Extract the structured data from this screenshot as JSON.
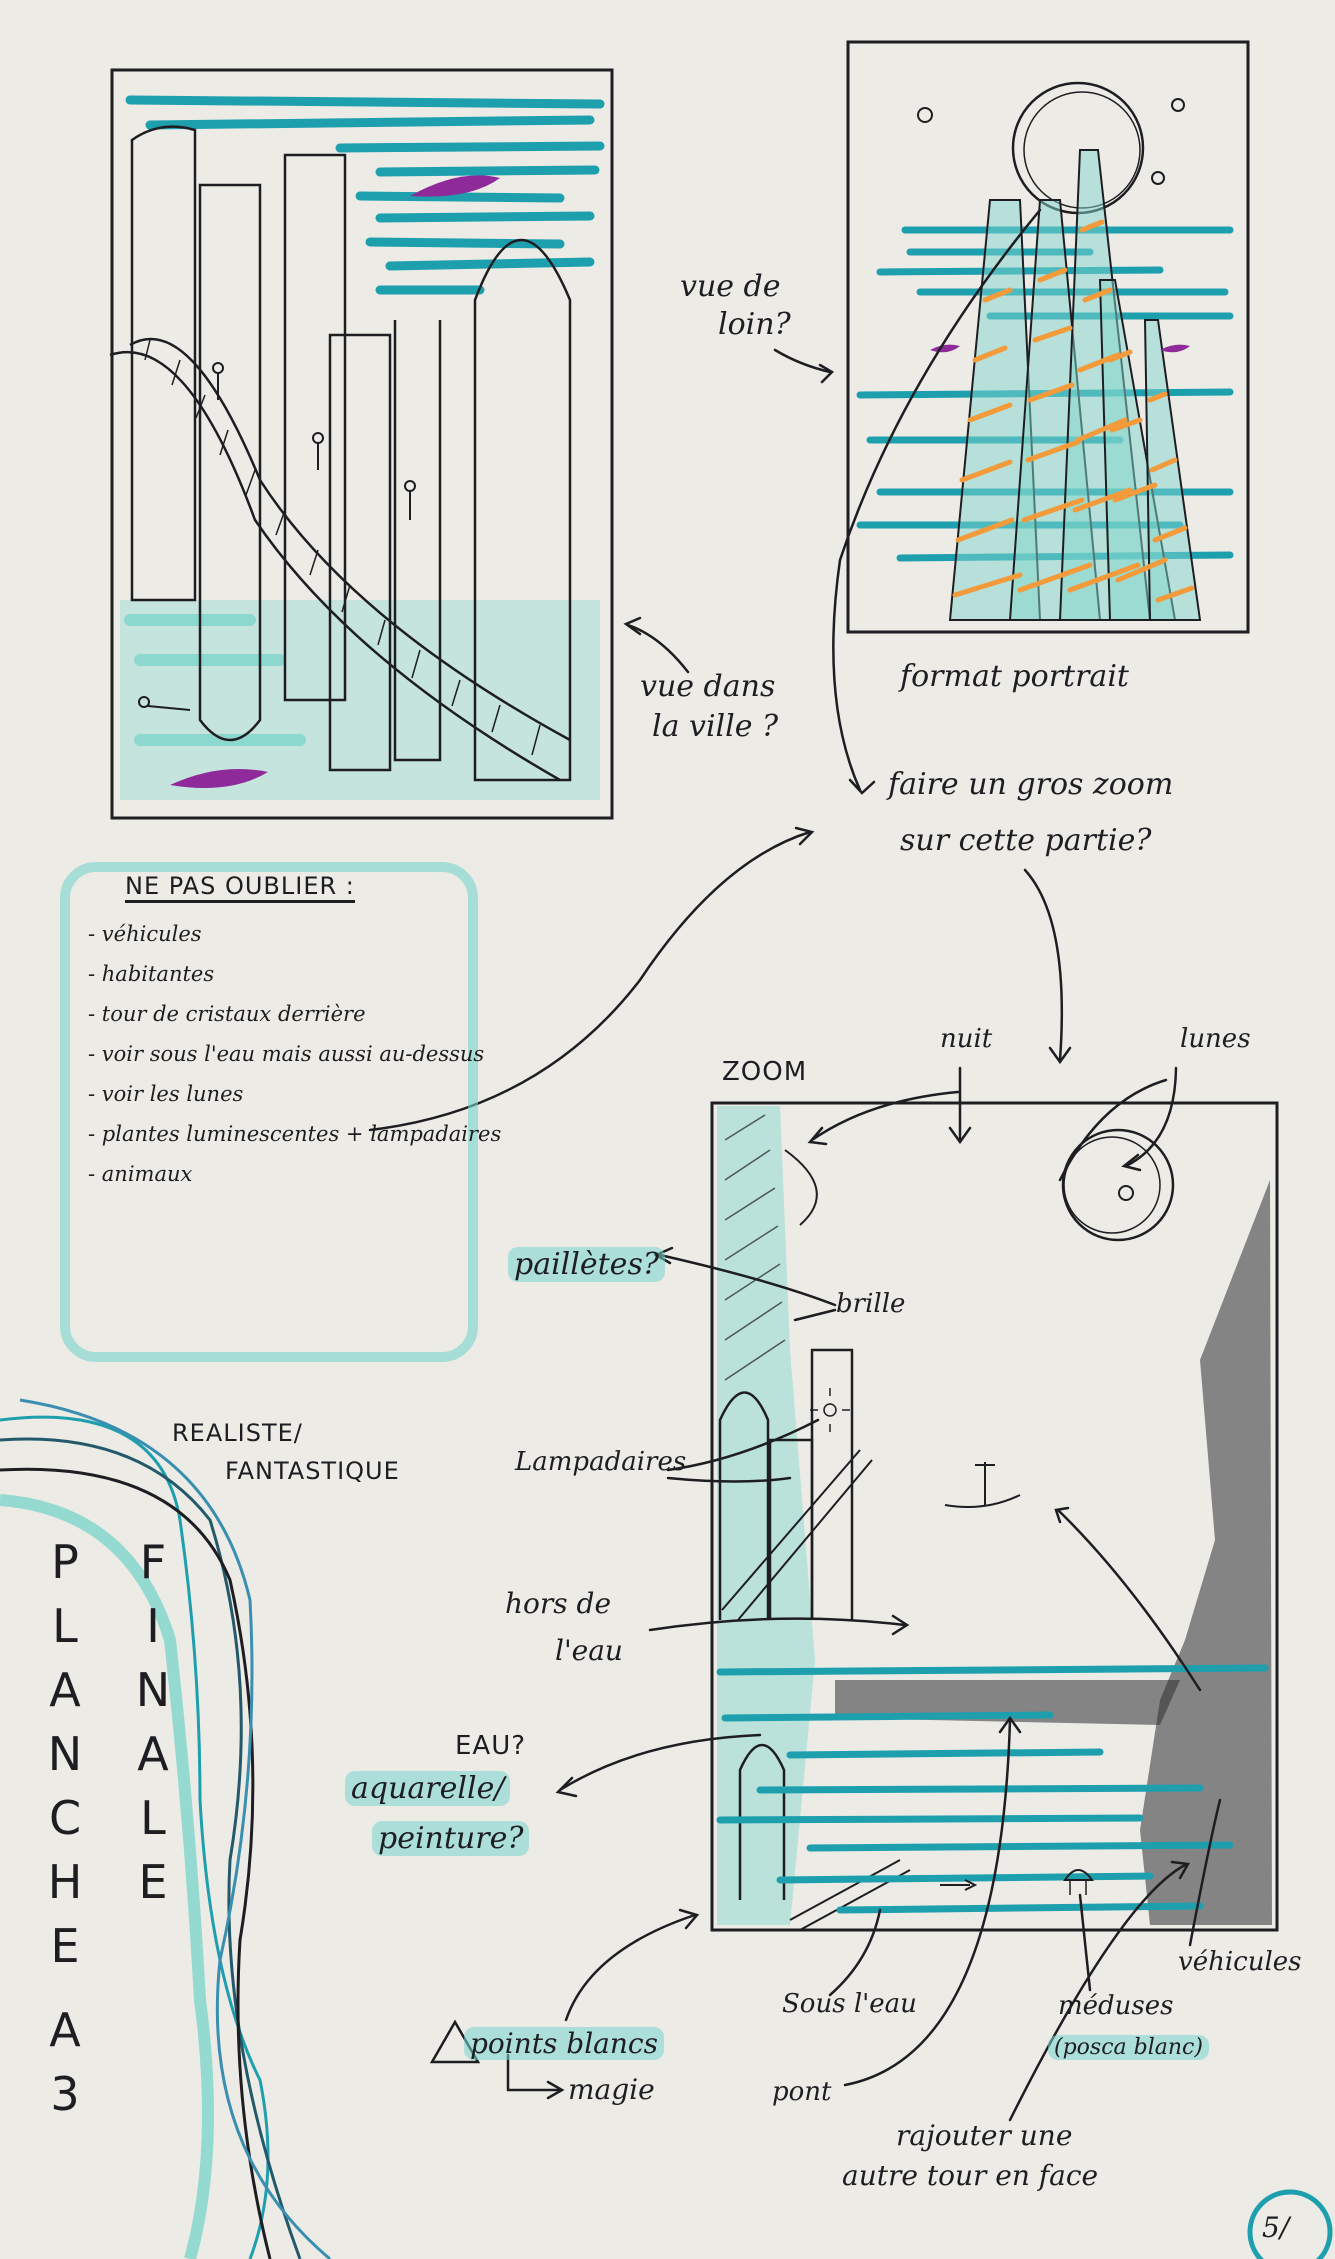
{
  "labels": {
    "vue_de_loin_1": "vue de",
    "vue_de_loin_2": "loin?",
    "vue_dans_1": "vue dans",
    "vue_dans_2": "la ville ?",
    "format_portrait": "format portrait",
    "gros_zoom_1": "faire un gros zoom",
    "gros_zoom_2": "sur cette partie?",
    "nuit": "nuit",
    "lunes": "lunes",
    "zoom": "ZOOM",
    "paillettes": "paillètes?",
    "brille": "brille",
    "lampadaires": "Lampadaires",
    "hors_eau_1": "hors de",
    "hors_eau_2": "l'eau",
    "eau": "EAU?",
    "aquarelle": "aquarelle/",
    "peinture": "peinture?",
    "points_blancs": "points blancs",
    "magie": "magie",
    "sous_eau": "Sous l'eau",
    "pont": "pont",
    "meduses": "méduses",
    "posca": "(posca blanc)",
    "vehicules": "véhicules",
    "rajouter_1": "rajouter une",
    "rajouter_2": "autre tour en face",
    "realiste_1": "REALISTE/",
    "realiste_2": "FANTASTIQUE",
    "page_number": "5/"
  },
  "checklist": {
    "title": "NE PAS OUBLIER :",
    "items": [
      "véhicules",
      "habitantes",
      "tour de cristaux derrière",
      "voir sous l'eau mais aussi au-dessus",
      "voir les lunes",
      "plantes luminescentes + lampadaires",
      "animaux"
    ]
  },
  "vertical_title": {
    "col1": [
      "P",
      "L",
      "A",
      "N",
      "C",
      "H",
      "E",
      "A",
      "3"
    ],
    "col2": [
      "F",
      "I",
      "N",
      "A",
      "L",
      "E"
    ]
  },
  "colors": {
    "paper": "#ecebe6",
    "ink": "#1e1e22",
    "turquoise": "#1e9fae",
    "mint_highlight": "#7fd6cc",
    "purple": "#8e2a9a",
    "orange": "#f39a3a"
  }
}
